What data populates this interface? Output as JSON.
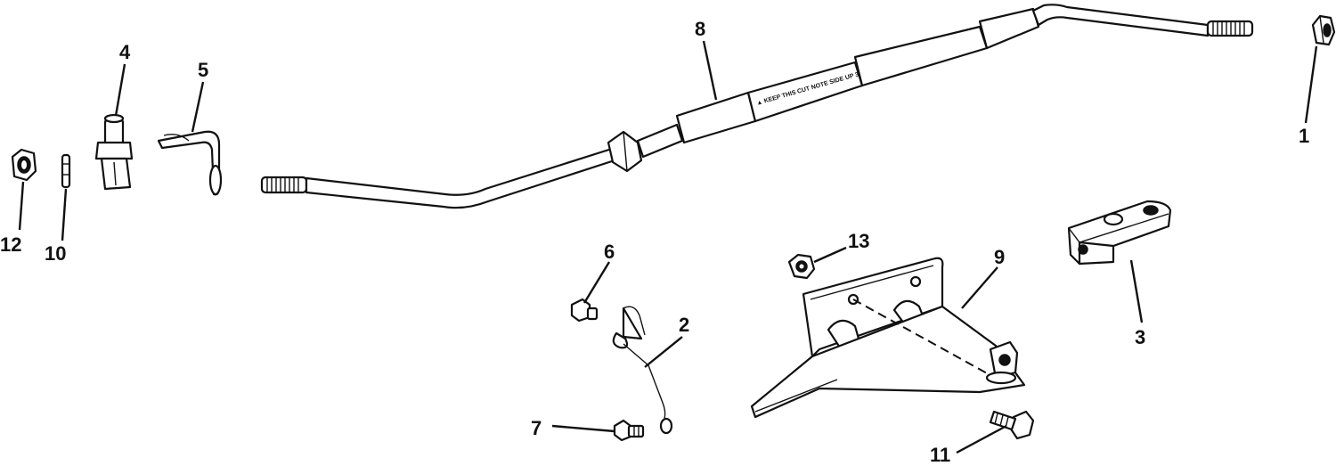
{
  "diagram": {
    "callouts": {
      "p1": "1",
      "p2": "2",
      "p3": "3",
      "p4": "4",
      "p5": "5",
      "p6": "6",
      "p7": "7",
      "p8": "8",
      "p9": "9",
      "p10": "10",
      "p11": "11",
      "p12": "12",
      "p13": "13"
    }
  },
  "colors": {
    "ink": "#111111",
    "paper": "#ffffff"
  }
}
